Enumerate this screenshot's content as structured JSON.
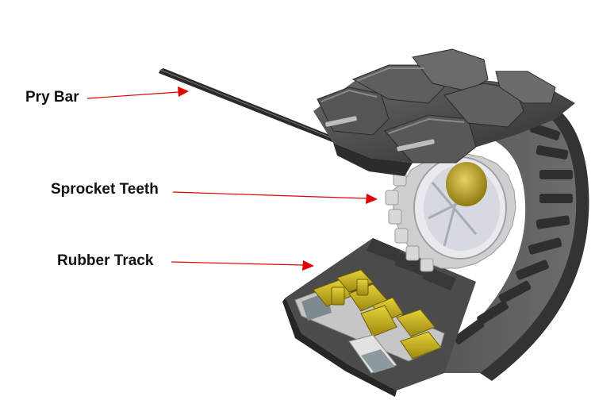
{
  "labels": {
    "pry_bar": "Pry Bar",
    "sprocket_teeth": "Sprocket Teeth",
    "rubber_track": "Rubber Track"
  },
  "colors": {
    "arrow": "#e00000",
    "rubber_dark": "#3a3a3a",
    "rubber_mid": "#5a5a5a",
    "steel": "#d2d2d2",
    "insert_yellow": "#c9b21e"
  }
}
